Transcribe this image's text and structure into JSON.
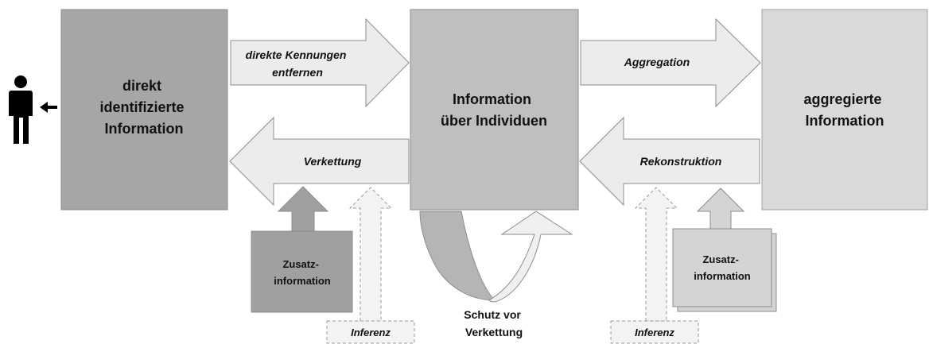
{
  "boxes": {
    "direct": [
      "direkt",
      "identifizierte",
      "Information"
    ],
    "individuals": [
      "Information",
      "über Individuen"
    ],
    "aggregated": [
      "aggregierte",
      "Information"
    ]
  },
  "arrows": {
    "remove_ids": [
      "direkte Kennungen",
      "entfernen"
    ],
    "aggregation": "Aggregation",
    "linkage": "Verkettung",
    "reconstruction": "Rekonstruktion"
  },
  "extra_info_left": [
    "Zusatz-",
    "information"
  ],
  "extra_info_right": [
    "Zusatz-",
    "information"
  ],
  "inference_left": "Inferenz",
  "inference_right": "Inferenz",
  "protection": [
    "Schutz vor",
    "Verkettung"
  ],
  "colors": {
    "dark_box": "#a6a6a6",
    "mid_box": "#bfbfbf",
    "light_box": "#d9d9d9",
    "arrow_fill": "#ececec",
    "extra_dark": "#a0a0a0",
    "extra_light": "#d4d4d4",
    "inference_fill": "#f3f3f3",
    "outline": "#8c8c8c"
  },
  "icons": [
    "person-icon",
    "left-arrow-icon"
  ]
}
